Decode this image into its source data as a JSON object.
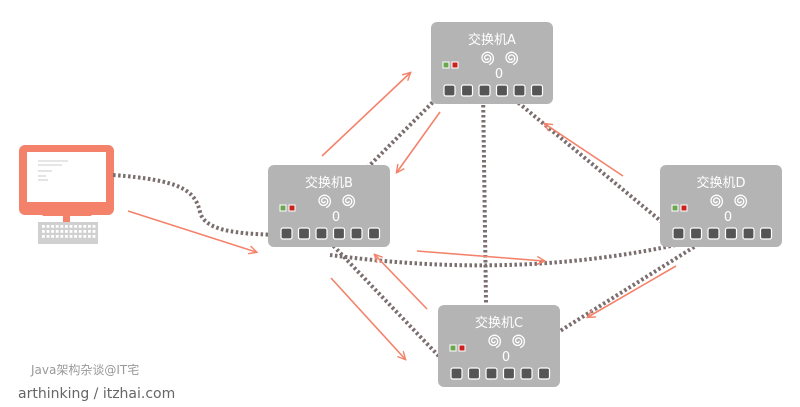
{
  "colors": {
    "switch_fill": "#b4b4b4",
    "port_fill": "#555555",
    "link_color": "#7a6e6e",
    "arrow_color": "#f4826a",
    "computer_color": "#f4826a",
    "keyboard_color": "#d0d0d0",
    "led_green": "#6aa84f",
    "led_red": "#cc1f1f"
  },
  "switches": [
    {
      "id": "A",
      "title": "交换机A",
      "count": "0"
    },
    {
      "id": "B",
      "title": "交换机B",
      "count": "0"
    },
    {
      "id": "C",
      "title": "交换机C",
      "count": "0"
    },
    {
      "id": "D",
      "title": "交换机D",
      "count": "0"
    }
  ],
  "watermark": {
    "line1": "Java架构杂谈@IT宅",
    "line2": "arthinking / itzhai.com"
  }
}
